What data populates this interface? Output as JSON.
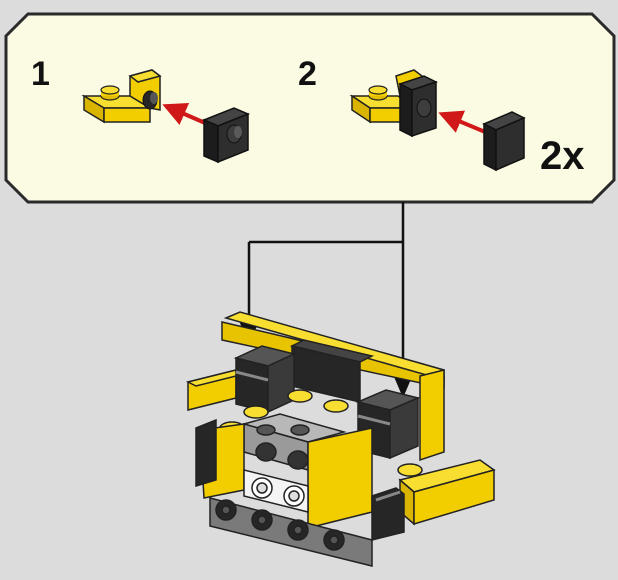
{
  "panel": {
    "background": "#fbfbe3",
    "border_color": "#2a2a2a",
    "step1": {
      "number": "1"
    },
    "step2": {
      "number": "2",
      "multiplier": "2x"
    }
  },
  "colors": {
    "page_bg": "#dcdcdc",
    "brick_yellow": "#f2cd00",
    "brick_black": "#262626",
    "brick_gray": "#9a9a9a",
    "arrow_red": "#d01818"
  },
  "icons": [
    "red-arrow-icon",
    "black-arrow-icon"
  ]
}
